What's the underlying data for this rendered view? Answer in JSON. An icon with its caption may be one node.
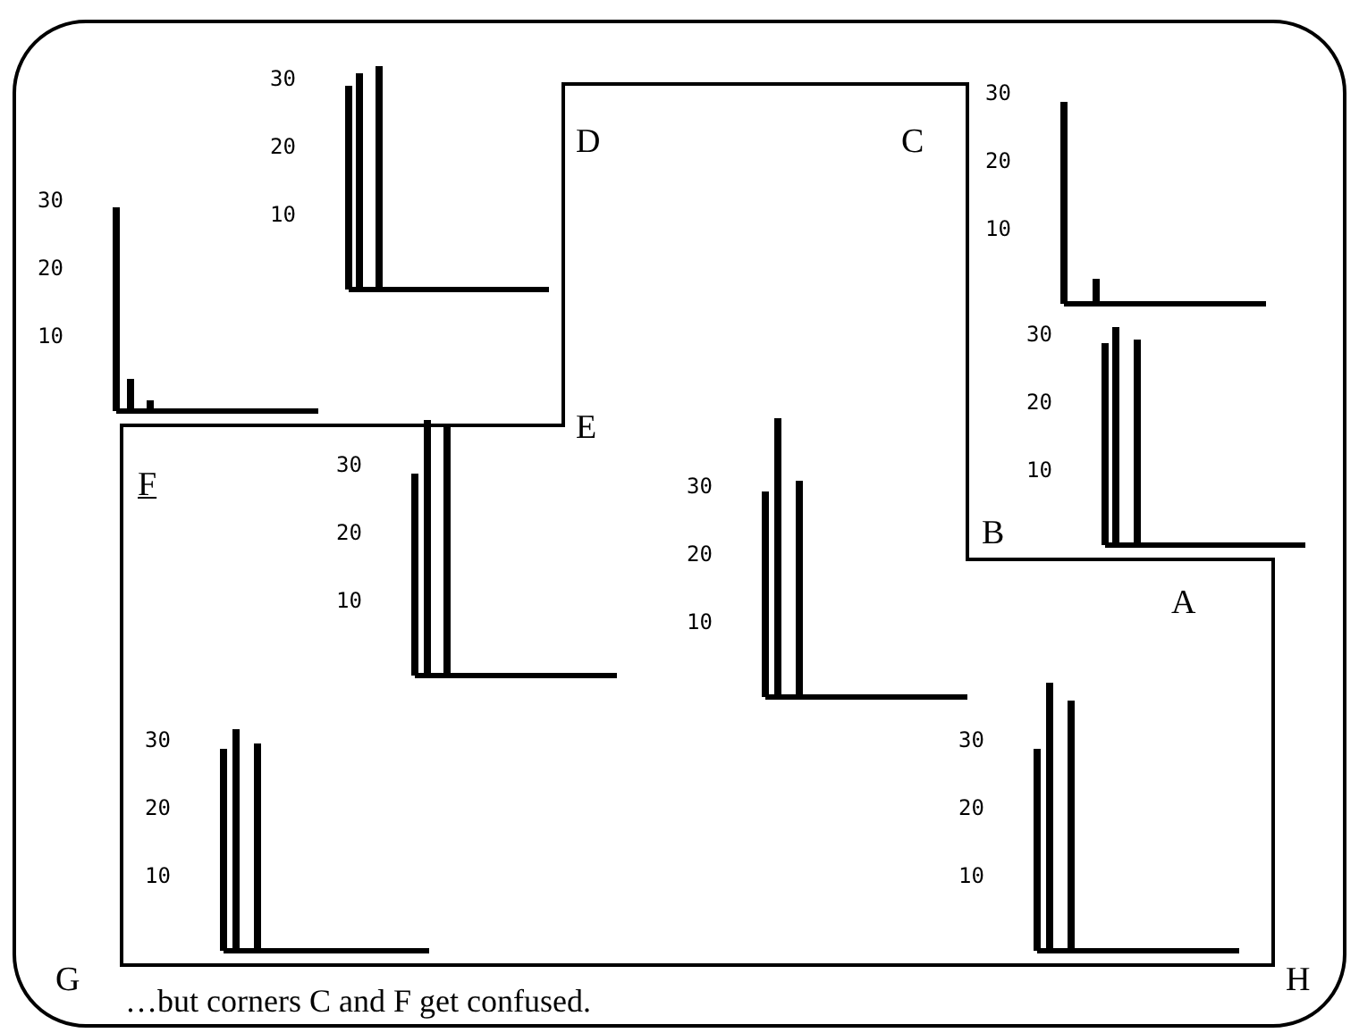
{
  "diagram": {
    "caption": "…but corners C and F get confused.",
    "labels": [
      "30",
      "20",
      "10",
      "D",
      "C",
      "30",
      "20",
      "10",
      "30",
      "20",
      "10",
      "30",
      "20",
      "10",
      "E",
      "30",
      "20",
      "10",
      "F",
      "30",
      "20",
      "10",
      "B",
      "A",
      "30",
      "20",
      "10",
      "30",
      "20",
      "10",
      "G",
      "H"
    ]
  }
}
